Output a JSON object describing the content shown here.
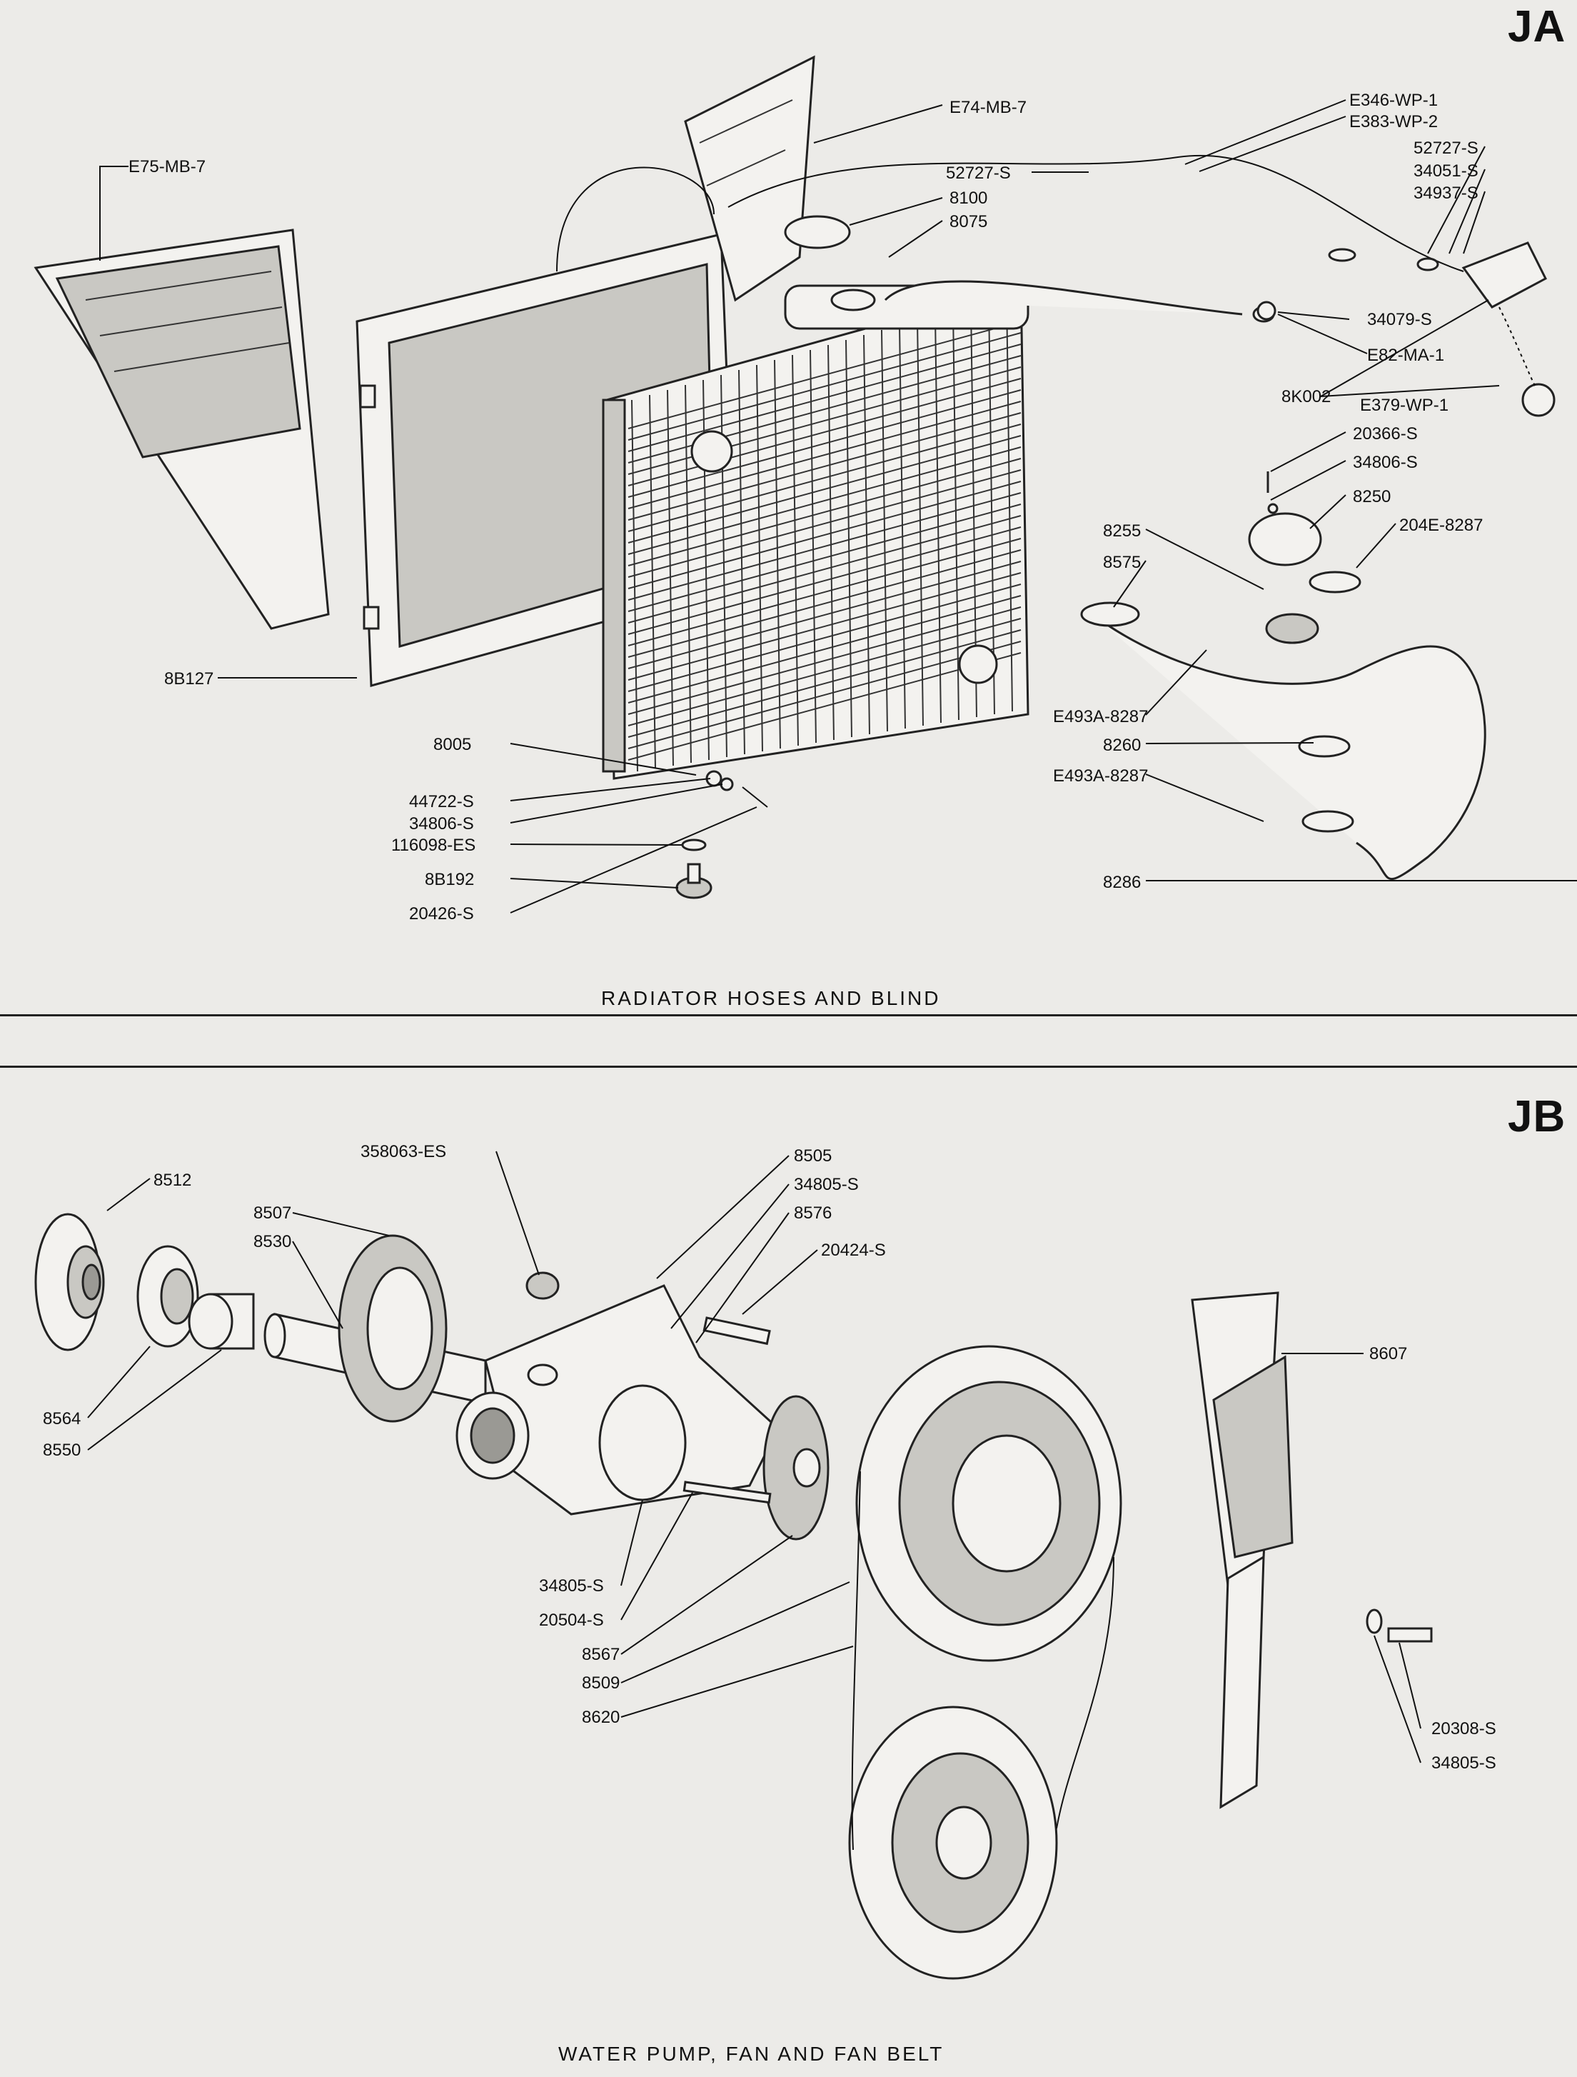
{
  "sections": {
    "ja": {
      "code": "JA",
      "caption": "RADIATOR HOSES AND BLIND",
      "labels": [
        "E346-WP-1",
        "E383-WP-2",
        "E74-MB-7",
        "E75-MB-7",
        "52727-S",
        "52727-S",
        "34051-S",
        "34937-S",
        "8100",
        "8075",
        "34079-S",
        "E82-MA-1",
        "8K002",
        "E379-WP-1",
        "20366-S",
        "34806-S",
        "8250",
        "204E-8287",
        "8255",
        "8575",
        "8B127",
        "E493A-8287",
        "8260",
        "E493A-8287",
        "8005",
        "44722-S",
        "34806-S",
        "116098-ES",
        "8B192",
        "20426-S",
        "8286"
      ]
    },
    "jb": {
      "code": "JB",
      "caption": "WATER PUMP, FAN AND FAN BELT",
      "labels": [
        "358063-ES",
        "8505",
        "34805-S",
        "8576",
        "20424-S",
        "8512",
        "8507",
        "8530",
        "8564",
        "8550",
        "8607",
        "34805-S",
        "20504-S",
        "8567",
        "8509",
        "8620",
        "20308-S",
        "34805-S"
      ]
    }
  },
  "colors": {
    "paper": "#ecebe8",
    "ink": "#111111"
  }
}
